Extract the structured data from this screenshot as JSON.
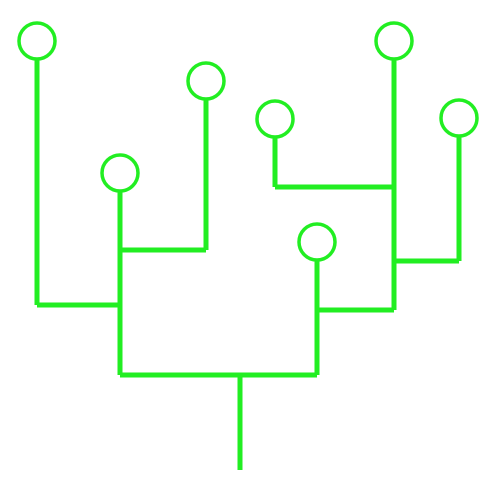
{
  "diagram": {
    "type": "tree",
    "orientation": "vertical",
    "leaf_marker": "circle",
    "leaf_count": 7,
    "colors": {
      "line": "#22ee22",
      "background": "#ffffff"
    }
  }
}
